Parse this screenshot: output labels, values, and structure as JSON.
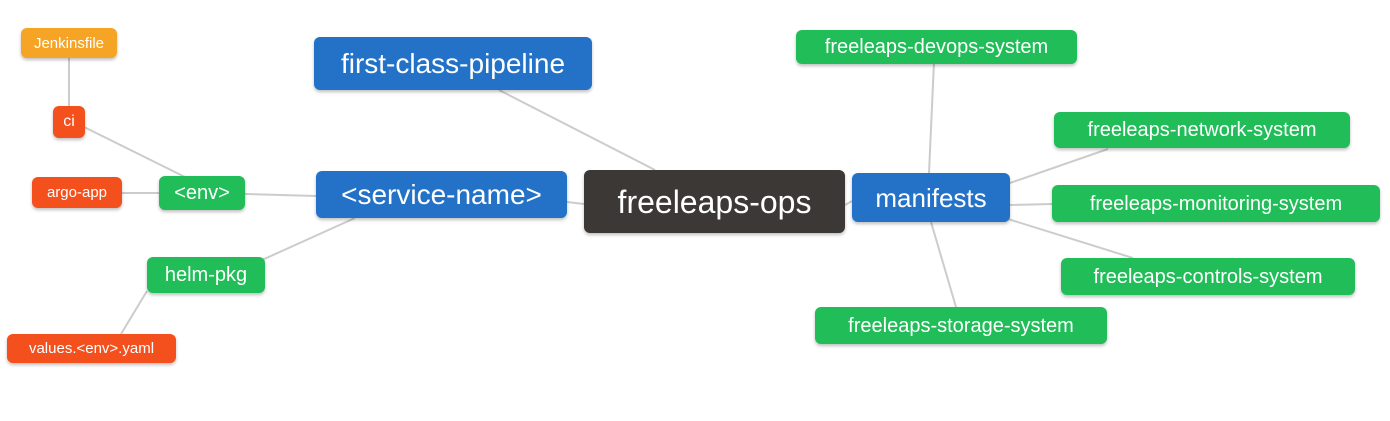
{
  "diagram": {
    "type": "mindmap",
    "root": "freeleaps-ops",
    "colors": {
      "blue": "#2372C8",
      "green": "#21BD58",
      "red": "#F4501E",
      "orange": "#F6A425",
      "dark": "#3B3835",
      "edge": "#CCCCCC",
      "text": "#FFFFFF",
      "background": "#FFFFFF"
    },
    "nodes": [
      {
        "id": "jenkinsfile",
        "label": "Jenkinsfile",
        "color": "orange"
      },
      {
        "id": "ci",
        "label": "ci",
        "color": "red"
      },
      {
        "id": "argo-app",
        "label": "argo-app",
        "color": "red"
      },
      {
        "id": "env",
        "label": "<env>",
        "color": "green"
      },
      {
        "id": "helm-pkg",
        "label": "helm-pkg",
        "color": "green"
      },
      {
        "id": "values-env-yaml",
        "label": "values.<env>.yaml",
        "color": "red"
      },
      {
        "id": "first-class-pipeline",
        "label": "first-class-pipeline",
        "color": "blue"
      },
      {
        "id": "service-name",
        "label": "<service-name>",
        "color": "blue"
      },
      {
        "id": "freeleaps-ops",
        "label": "freeleaps-ops",
        "color": "dark"
      },
      {
        "id": "manifests",
        "label": "manifests",
        "color": "blue"
      },
      {
        "id": "freeleaps-devops-system",
        "label": "freeleaps-devops-system",
        "color": "green"
      },
      {
        "id": "freeleaps-network-system",
        "label": "freeleaps-network-system",
        "color": "green"
      },
      {
        "id": "freeleaps-monitoring-system",
        "label": "freeleaps-monitoring-system",
        "color": "green"
      },
      {
        "id": "freeleaps-controls-system",
        "label": "freeleaps-controls-system",
        "color": "green"
      },
      {
        "id": "freeleaps-storage-system",
        "label": "freeleaps-storage-system",
        "color": "green"
      }
    ],
    "edges": [
      "Jenkinsfile - ci",
      "ci - <env>",
      "argo-app - <env>",
      "<env> - <service-name>",
      "helm-pkg - <service-name>",
      "values.<env>.yaml - helm-pkg",
      "<service-name> - freeleaps-ops",
      "first-class-pipeline - freeleaps-ops",
      "freeleaps-ops - manifests",
      "manifests - freeleaps-devops-system",
      "manifests - freeleaps-network-system",
      "manifests - freeleaps-monitoring-system",
      "manifests - freeleaps-controls-system",
      "manifests - freeleaps-storage-system"
    ]
  }
}
